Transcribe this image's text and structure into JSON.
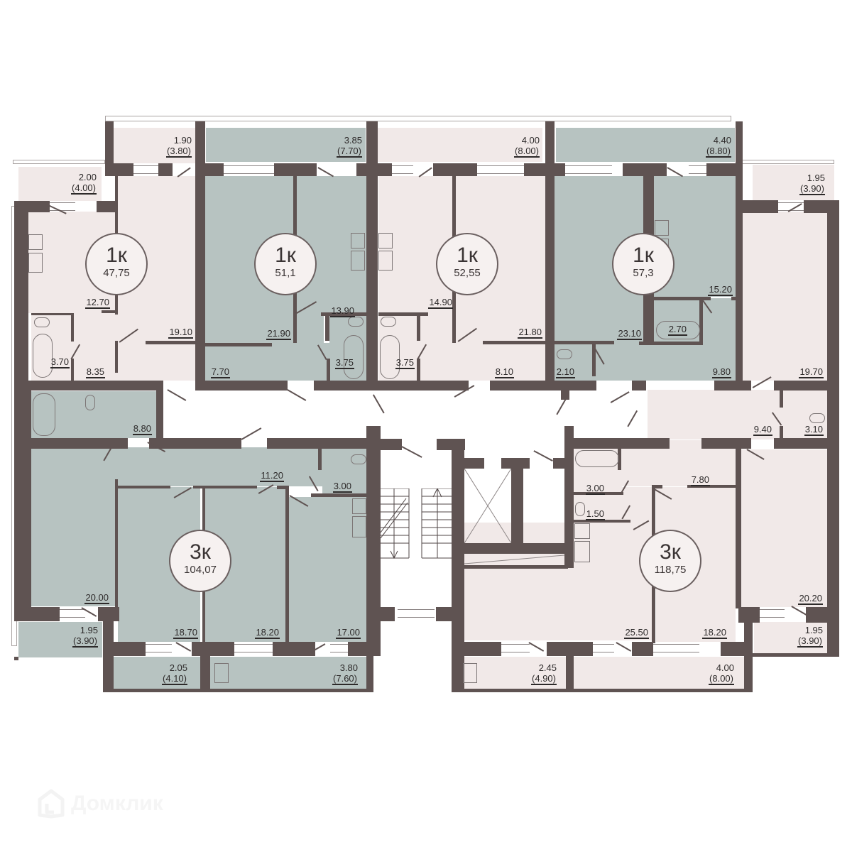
{
  "watermark": {
    "brand": "Домклик",
    "icon": "house-logo-icon"
  },
  "colors": {
    "wall": "#5f5352",
    "room_pink": "#f1e9e8",
    "room_gray": "#b7c3c1",
    "common_area": "#ffffff"
  },
  "chart_data": {
    "type": "table",
    "title": "Floor plan — apartment areas (m²)",
    "apartments": [
      {
        "id": "apt-1",
        "type": "1к",
        "total_area": "47,75",
        "color": "pink",
        "rooms": [
          {
            "area": "19.10"
          },
          {
            "area": "12.70"
          },
          {
            "area": "8.35"
          },
          {
            "area": "3.70"
          }
        ],
        "balconies": [
          {
            "area": "2.00",
            "full": "(4.00)"
          },
          {
            "area": "1.90",
            "full": "(3.80)"
          }
        ]
      },
      {
        "id": "apt-2",
        "type": "1к",
        "total_area": "51,1",
        "color": "gray",
        "rooms": [
          {
            "area": "21.90"
          },
          {
            "area": "13.90"
          },
          {
            "area": "7.70"
          },
          {
            "area": "3.75"
          }
        ],
        "balconies": [
          {
            "area": "3.85",
            "full": "(7.70)"
          }
        ]
      },
      {
        "id": "apt-3",
        "type": "1к",
        "total_area": "52,55",
        "color": "pink",
        "rooms": [
          {
            "area": "21.80"
          },
          {
            "area": "14.90"
          },
          {
            "area": "8.10"
          },
          {
            "area": "3.75"
          }
        ],
        "balconies": [
          {
            "area": "4.00",
            "full": "(8.00)"
          }
        ]
      },
      {
        "id": "apt-4",
        "type": "1к",
        "total_area": "57,3",
        "color": "gray",
        "rooms": [
          {
            "area": "23.10"
          },
          {
            "area": "15.20"
          },
          {
            "area": "9.80"
          },
          {
            "area": "2.70"
          },
          {
            "area": "2.10"
          }
        ],
        "balconies": [
          {
            "area": "4.40",
            "full": "(8.80)"
          }
        ]
      },
      {
        "id": "apt-5",
        "type": "3к",
        "total_area": "104,07",
        "color": "gray",
        "rooms": [
          {
            "area": "20.00"
          },
          {
            "area": "18.70"
          },
          {
            "area": "18.20"
          },
          {
            "area": "17.00"
          },
          {
            "area": "11.20"
          },
          {
            "area": "8.80"
          },
          {
            "area": "3.00"
          }
        ],
        "balconies": [
          {
            "area": "1.95",
            "full": "(3.90)"
          },
          {
            "area": "2.05",
            "full": "(4.10)"
          },
          {
            "area": "3.80",
            "full": "(7.60)"
          }
        ]
      },
      {
        "id": "apt-6",
        "type": "3к",
        "total_area": "118,75",
        "color": "pink",
        "rooms": [
          {
            "area": "25.50"
          },
          {
            "area": "20.20"
          },
          {
            "area": "19.70"
          },
          {
            "area": "18.20"
          },
          {
            "area": "9.40"
          },
          {
            "area": "7.80"
          },
          {
            "area": "3.10"
          },
          {
            "area": "3.00"
          },
          {
            "area": "1.50"
          }
        ],
        "balconies": [
          {
            "area": "1.95",
            "full": "(3.90)"
          },
          {
            "area": "2.45",
            "full": "(4.90)"
          },
          {
            "area": "4.00",
            "full": "(8.00)"
          }
        ]
      }
    ]
  },
  "labels": {
    "a1_bal_left": {
      "area": "2.00",
      "full": "(4.00)"
    },
    "a1_bal_top": {
      "area": "1.90",
      "full": "(3.80)"
    },
    "a1_kitchen": "12.70",
    "a1_room": "19.10",
    "a1_bath": "3.70",
    "a1_hall": "8.35",
    "a2_bal": {
      "area": "3.85",
      "full": "(7.70)"
    },
    "a2_room": "21.90",
    "a2_kitchen": "13.90",
    "a2_hall": "7.70",
    "a2_bath": "3.75",
    "a3_bal": {
      "area": "4.00",
      "full": "(8.00)"
    },
    "a3_kitchen": "14.90",
    "a3_room": "21.80",
    "a3_bath": "3.75",
    "a3_hall": "8.10",
    "a4_bal": {
      "area": "4.40",
      "full": "(8.80)"
    },
    "a4_room": "23.10",
    "a4_kitchen": "15.20",
    "a4_bath": "2.70",
    "a4_wc": "2.10",
    "a4_hall": "9.80",
    "a5_bath": "8.80",
    "a5_hall": "11.20",
    "a5_wc": "3.00",
    "a5_room1": "20.00",
    "a5_room2": "18.70",
    "a5_room3": "18.20",
    "a5_kitchen": "17.00",
    "a5_bal_left": {
      "area": "1.95",
      "full": "(3.90)"
    },
    "a5_bal_mid": {
      "area": "2.05",
      "full": "(4.10)"
    },
    "a5_bal_right": {
      "area": "3.80",
      "full": "(7.60)"
    },
    "a6_bal_top": {
      "area": "1.95",
      "full": "(3.90)"
    },
    "a6_room_ne": "19.70",
    "a6_hall": "9.40",
    "a6_wc": "3.10",
    "a6_bath": "3.00",
    "a6_wc2": "1.50",
    "a6_corr": "7.80",
    "a6_living": "25.50",
    "a6_room_s": "18.20",
    "a6_room_se": "20.20",
    "a6_bal_sw": {
      "area": "2.45",
      "full": "(4.90)"
    },
    "a6_bal_s": {
      "area": "4.00",
      "full": "(8.00)"
    },
    "a6_bal_se": {
      "area": "1.95",
      "full": "(3.90)"
    }
  },
  "badges": {
    "a1": {
      "type": "1к",
      "area": "47,75"
    },
    "a2": {
      "type": "1к",
      "area": "51,1"
    },
    "a3": {
      "type": "1к",
      "area": "52,55"
    },
    "a4": {
      "type": "1к",
      "area": "57,3"
    },
    "a5": {
      "type": "3к",
      "area": "104,07"
    },
    "a6": {
      "type": "3к",
      "area": "118,75"
    }
  }
}
